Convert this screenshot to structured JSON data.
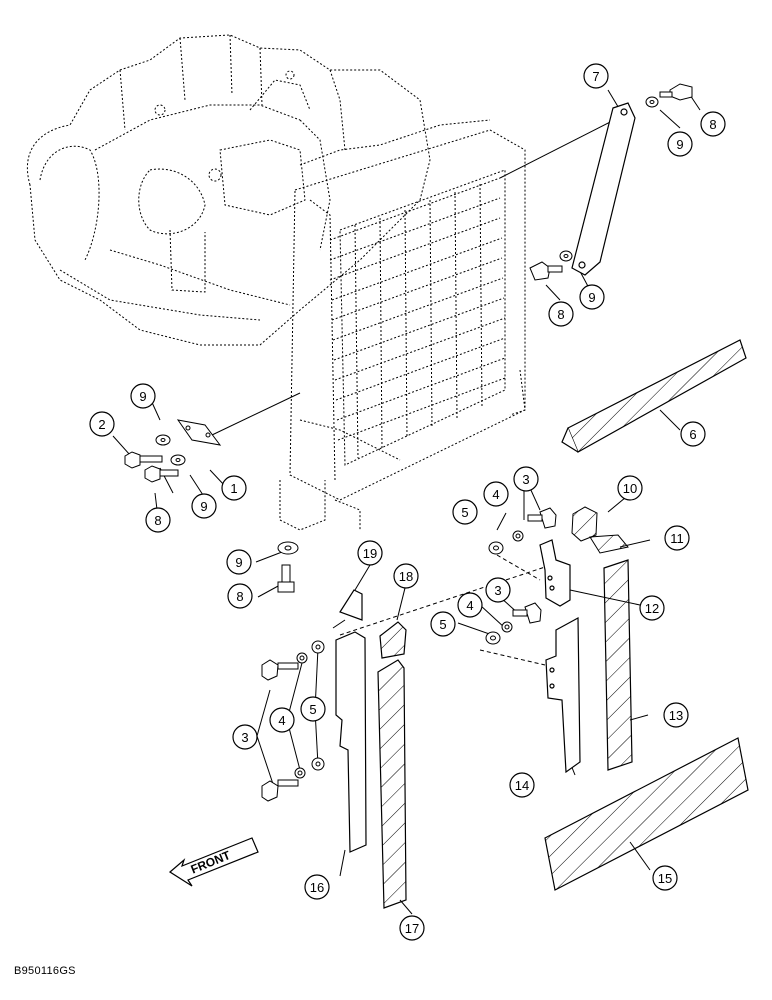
{
  "figure": {
    "id_code": "B950116GS",
    "front_label": "FRONT"
  },
  "callouts": {
    "c1": "1",
    "c2": "2",
    "c3a": "3",
    "c3b": "3",
    "c3c": "3",
    "c4a": "4",
    "c4b": "4",
    "c4c": "4",
    "c5a": "5",
    "c5b": "5",
    "c5c": "5",
    "c6": "6",
    "c7": "7",
    "c8a": "8",
    "c8b": "8",
    "c8c": "8",
    "c8d": "8",
    "c9a": "9",
    "c9b": "9",
    "c9c": "9",
    "c9d": "9",
    "c9e": "9",
    "c10": "10",
    "c11": "11",
    "c12": "12",
    "c13": "13",
    "c14": "14",
    "c15": "15",
    "c16": "16",
    "c17": "17",
    "c18": "18",
    "c19": "19"
  }
}
